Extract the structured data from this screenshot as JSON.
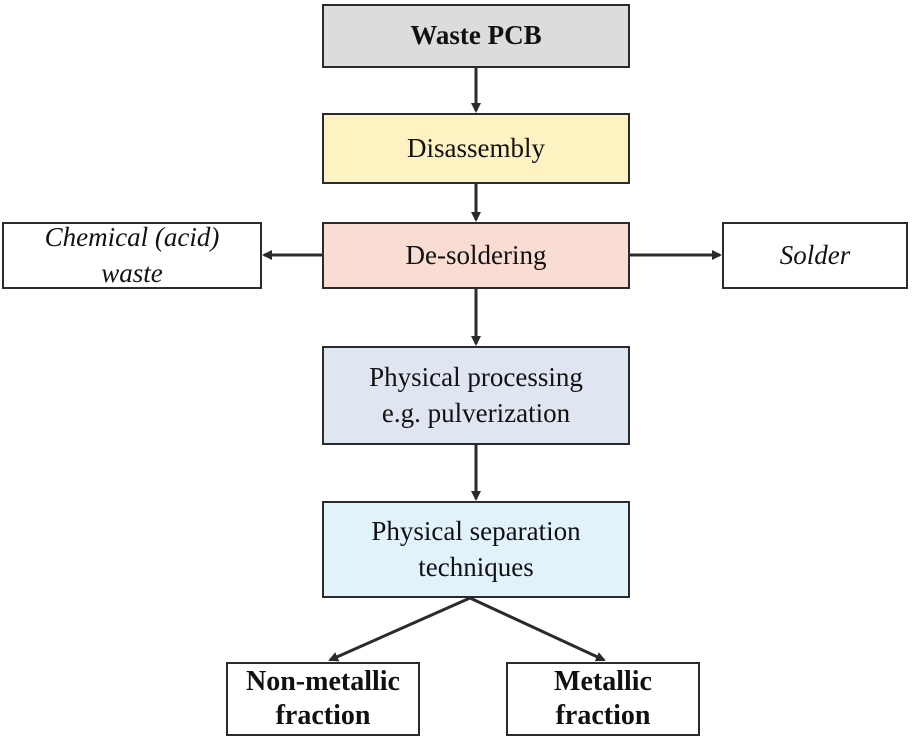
{
  "nodes": {
    "waste_pcb": {
      "label": "Waste PCB"
    },
    "disassembly": {
      "label": "Disassembly"
    },
    "desoldering": {
      "label": "De-soldering"
    },
    "chemical_waste": {
      "line1": "Chemical (acid)",
      "line2": "waste"
    },
    "solder": {
      "label": "Solder"
    },
    "physical_processing": {
      "line1": "Physical processing",
      "line2": "e.g. pulverization"
    },
    "physical_separation": {
      "line1": "Physical separation",
      "line2": "techniques"
    },
    "non_metallic": {
      "line1": "Non-metallic",
      "line2": "fraction"
    },
    "metallic": {
      "line1": "Metallic",
      "line2": "fraction"
    }
  },
  "edges": [
    {
      "from": "Waste PCB",
      "to": "Disassembly"
    },
    {
      "from": "Disassembly",
      "to": "De-soldering"
    },
    {
      "from": "De-soldering",
      "to": "Chemical (acid) waste"
    },
    {
      "from": "De-soldering",
      "to": "Solder"
    },
    {
      "from": "De-soldering",
      "to": "Physical processing e.g. pulverization"
    },
    {
      "from": "Physical processing e.g. pulverization",
      "to": "Physical separation techniques"
    },
    {
      "from": "Physical separation techniques",
      "to": "Non-metallic fraction"
    },
    {
      "from": "Physical separation techniques",
      "to": "Metallic fraction"
    }
  ],
  "colors": {
    "waste_pcb_fill": "#dcdcdc",
    "disassembly_fill": "#fff2c2",
    "desoldering_fill": "#f9dcd2",
    "physical_processing_fill": "#dfe6f1",
    "physical_separation_fill": "#e1f2fb",
    "stroke": "#2b2b2b"
  }
}
